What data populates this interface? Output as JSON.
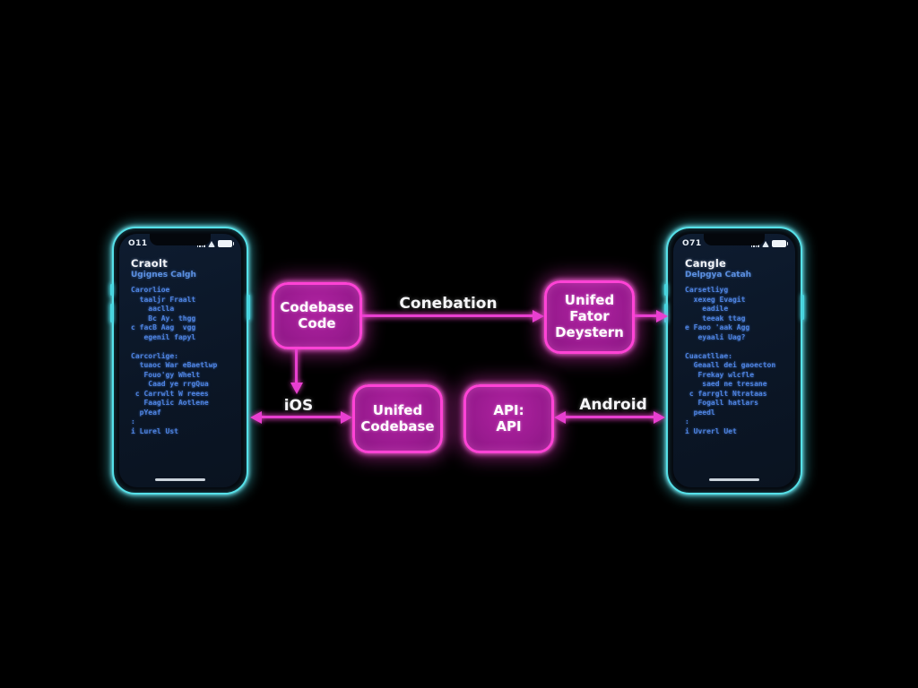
{
  "diagram": {
    "boxes": {
      "codebase_code": {
        "label": "Codebase\nCode"
      },
      "unifed_fator": {
        "label": "Unifed\nFator\nDeystern"
      },
      "unifed_codebase": {
        "label": "Unifed\nCodebase"
      },
      "api_api": {
        "label": "API:\nAPI"
      }
    },
    "labels": {
      "conebation": "Conebation",
      "ios": "iOS",
      "android": "Android"
    },
    "colors": {
      "box_fill": "#9a1b90",
      "box_border": "#ff43d6",
      "arrow": "#e83fd0",
      "phone_frame": "#55e0e8",
      "screen_bg": "#0b1626",
      "screen_text": "#4e82de",
      "background": "#000000"
    }
  },
  "left_phone": {
    "status_time": "O11",
    "heading": "Craolt",
    "subheading": "Ugignes Calgh",
    "lines": [
      "Carorlioe",
      "  taaljr Fraalt",
      "    aaclla",
      "    Bc Ay. thgg",
      "c facB Aag  vgg",
      "   egenil fapyl",
      "",
      "Carcorlige:",
      "  tuaoc War eBaetlwp",
      "   Fouo'gy Whelt",
      "    Caad ye rrgQua",
      " c Carrwlt W reees",
      "   Faaglic Aotlene",
      "  pYeaf",
      ":",
      "i Lurel Ust"
    ]
  },
  "right_phone": {
    "status_time": "O71",
    "heading": "Cangle",
    "subheading": "Delpgya Catah",
    "lines": [
      "Carsetliyg",
      "  xexeg Evagit",
      "    eadile",
      "    teeak ttag",
      "e Faoo 'aak Agg",
      "   eyaali Uag?",
      "",
      "Cuacatllae:",
      "  Geaall dei gaoecton",
      "   Frekay wlcfle",
      "    saed ne tresane",
      " c farrglt Ntrataas",
      "   Fogall hatlars",
      "  peedl",
      ":",
      "i Uvrerl Uet"
    ]
  }
}
